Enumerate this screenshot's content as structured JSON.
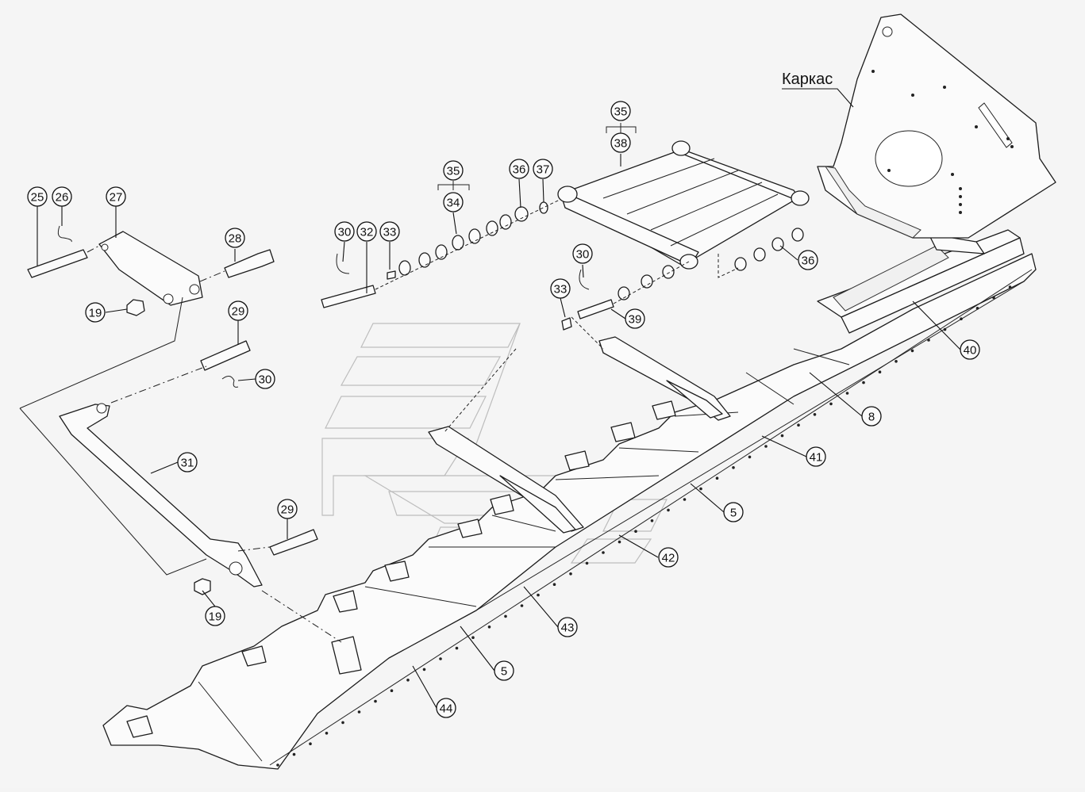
{
  "frame_label": "Каркас",
  "callouts": [
    {
      "id": "c25",
      "label": "25"
    },
    {
      "id": "c26",
      "label": "26"
    },
    {
      "id": "c27",
      "label": "27"
    },
    {
      "id": "c28",
      "label": "28"
    },
    {
      "id": "c19a",
      "label": "19"
    },
    {
      "id": "c29a",
      "label": "29"
    },
    {
      "id": "c30a",
      "label": "30"
    },
    {
      "id": "c31",
      "label": "31"
    },
    {
      "id": "c29b",
      "label": "29"
    },
    {
      "id": "c19b",
      "label": "19"
    },
    {
      "id": "c30b",
      "label": "30"
    },
    {
      "id": "c32",
      "label": "32"
    },
    {
      "id": "c33a",
      "label": "33"
    },
    {
      "id": "c35a",
      "label": "35"
    },
    {
      "id": "c34",
      "label": "34"
    },
    {
      "id": "c36a",
      "label": "36"
    },
    {
      "id": "c37",
      "label": "37"
    },
    {
      "id": "c35b",
      "label": "35"
    },
    {
      "id": "c38",
      "label": "38"
    },
    {
      "id": "c30c",
      "label": "30"
    },
    {
      "id": "c33b",
      "label": "33"
    },
    {
      "id": "c39",
      "label": "39"
    },
    {
      "id": "c36b",
      "label": "36"
    },
    {
      "id": "c40",
      "label": "40"
    },
    {
      "id": "c8",
      "label": "8"
    },
    {
      "id": "c41",
      "label": "41"
    },
    {
      "id": "c5a",
      "label": "5"
    },
    {
      "id": "c42",
      "label": "42"
    },
    {
      "id": "c43",
      "label": "43"
    },
    {
      "id": "c5b",
      "label": "5"
    },
    {
      "id": "c44",
      "label": "44"
    }
  ]
}
